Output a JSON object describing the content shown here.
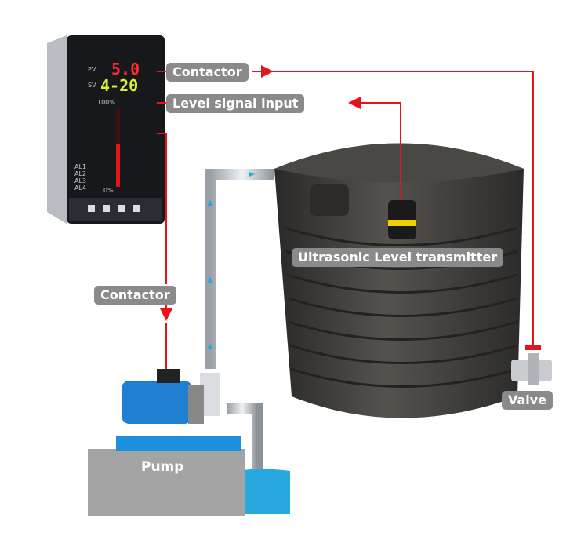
{
  "controller": {
    "pv_label": "PV",
    "pv_value": "5.0",
    "sv_label": "SV",
    "sv_value": "4-20",
    "bar_top_label": "100%",
    "bar_bottom_label": "0%",
    "alarms": [
      "AL1",
      "AL2",
      "AL3",
      "AL4"
    ],
    "bar_level_percent": 55
  },
  "labels": {
    "contactor_top": "Contactor",
    "level_signal": "Level signal input",
    "contactor_bottom": "Contactor",
    "transmitter": "Ultrasonic Level transmitter",
    "valve": "Valve",
    "pump": "Pump"
  },
  "colors": {
    "signal_line": "#e3141b",
    "label_bg": "#8a8a8a",
    "tank": "#3b3a38",
    "water": "#29a8e0",
    "pump": "#1f7fd0"
  }
}
